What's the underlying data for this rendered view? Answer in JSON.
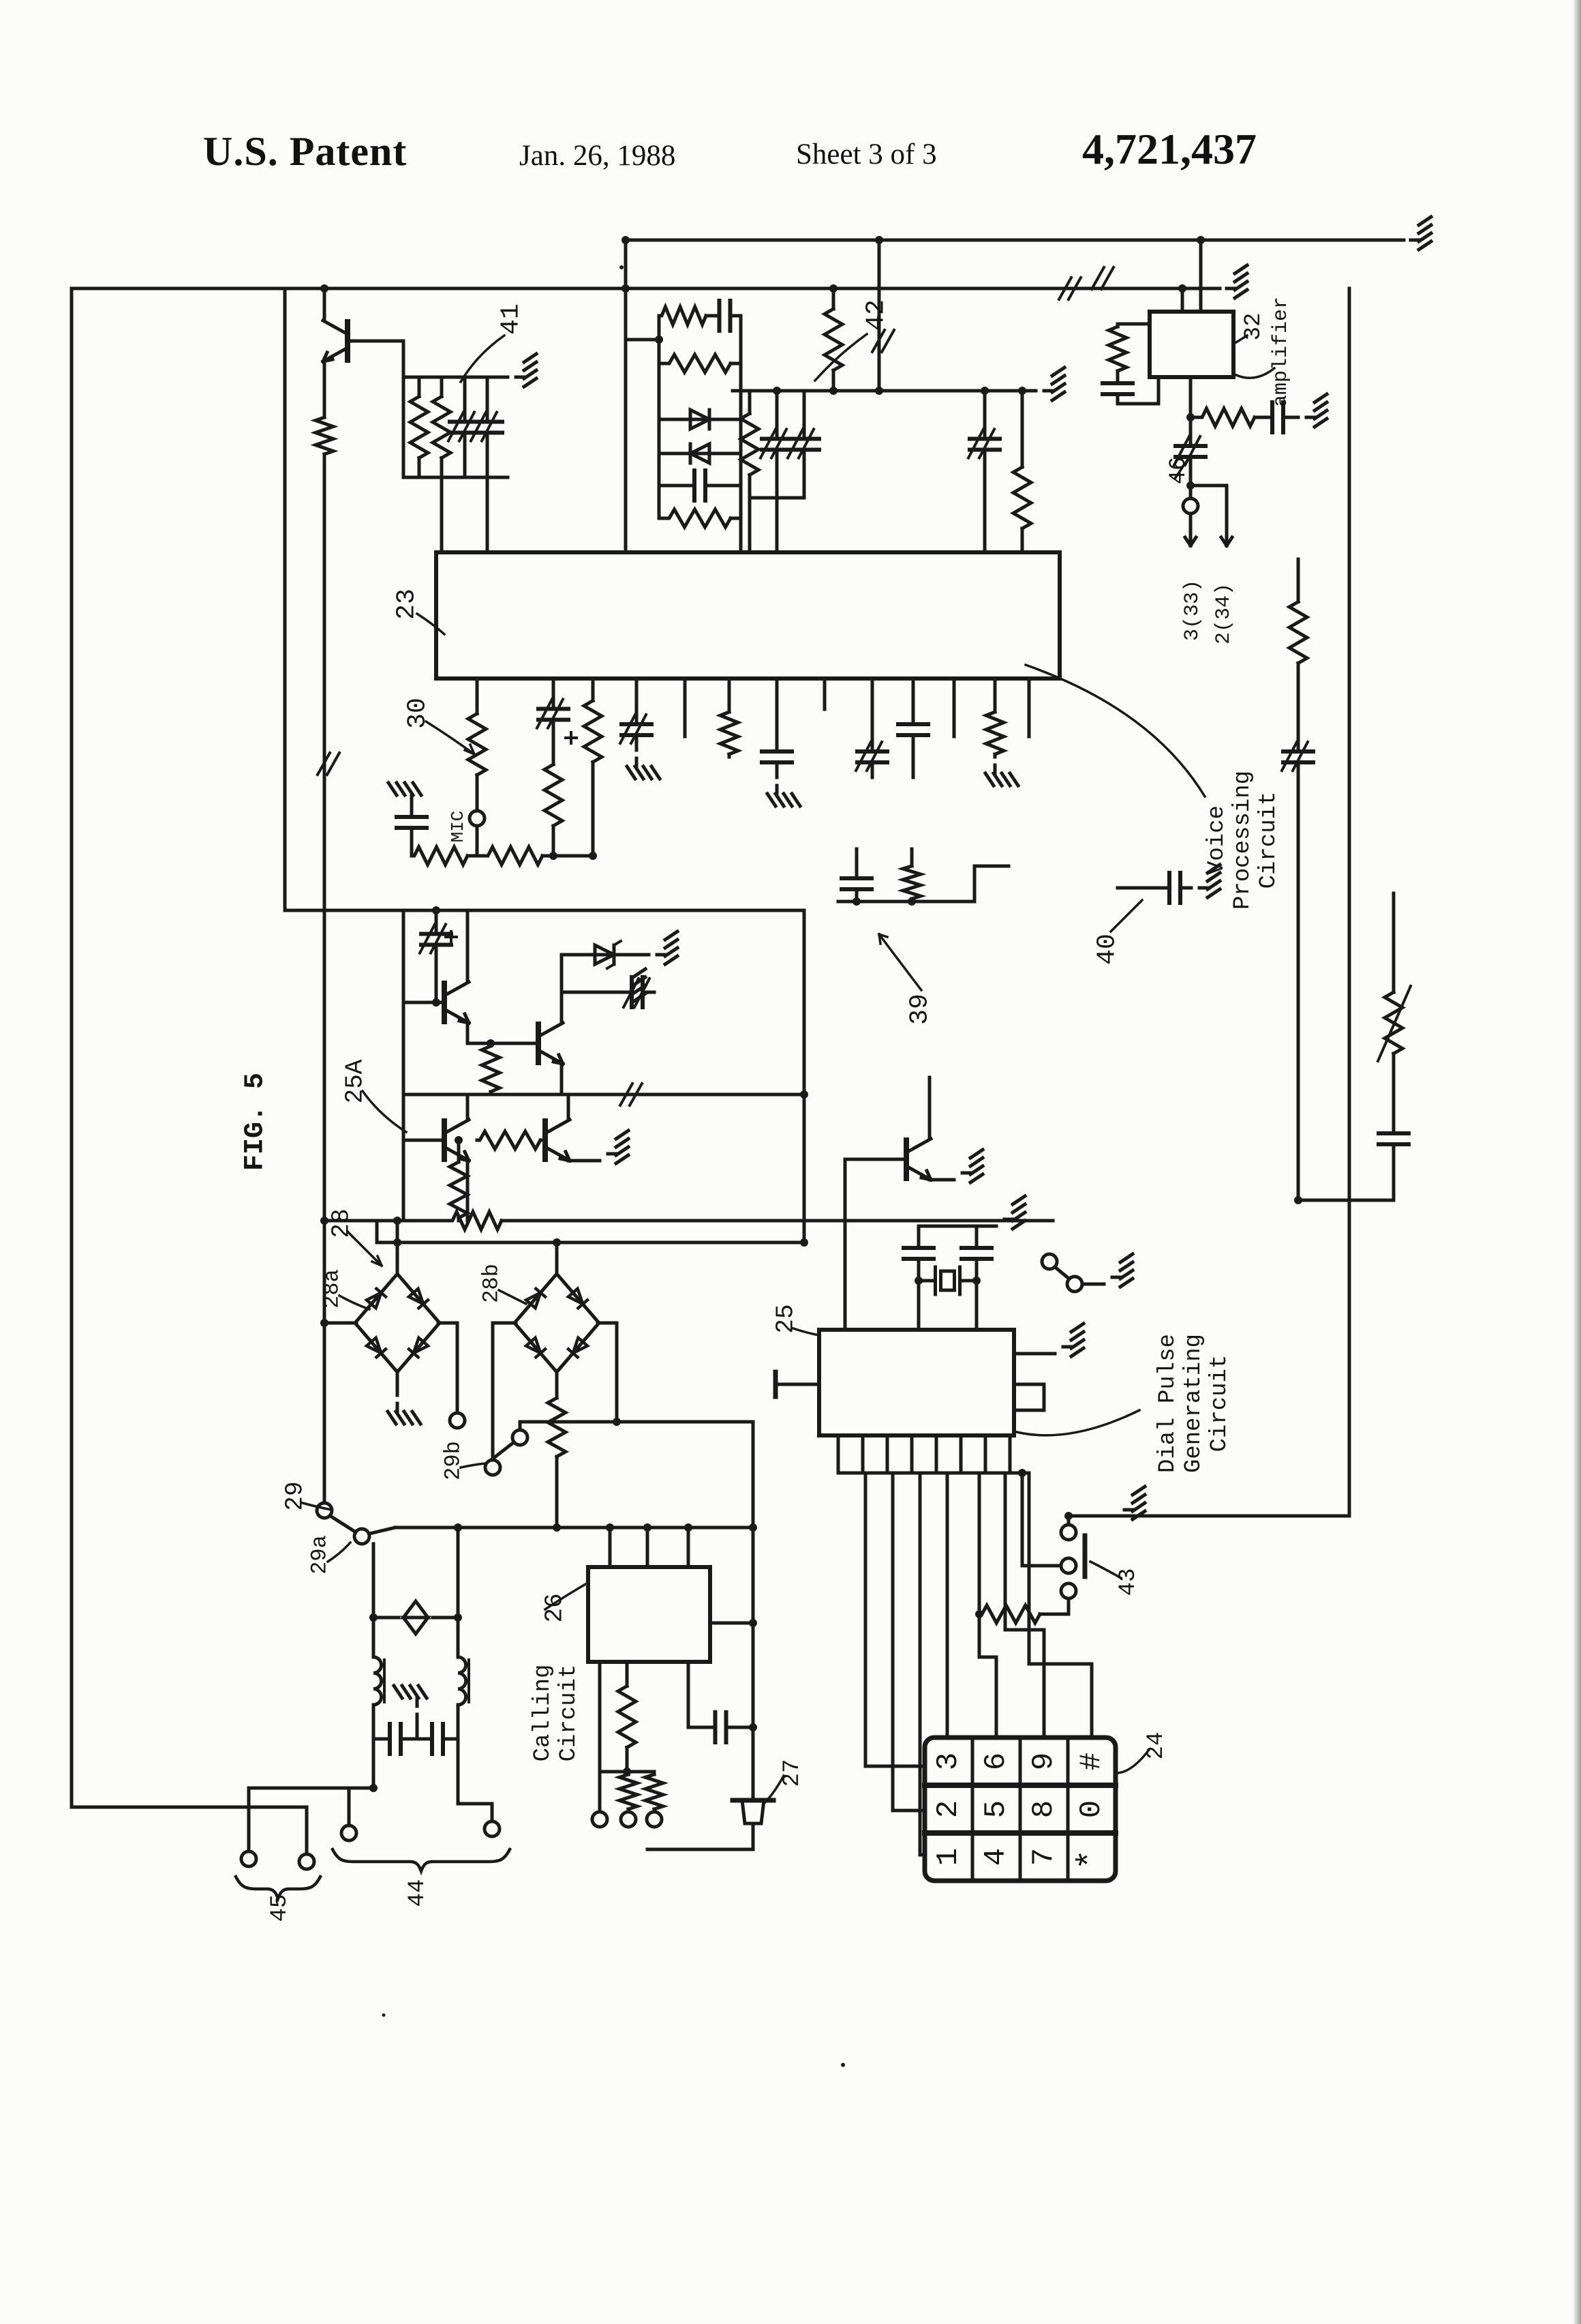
{
  "header": {
    "title": "U.S. Patent",
    "date": "Jan. 26, 1988",
    "sheet": "Sheet 3 of 3",
    "patent_number": "4,721,437"
  },
  "labels": {
    "fig5": "FIG. 5",
    "r23": "23",
    "r24": "24",
    "r25": "25",
    "r25a": "25A",
    "r26": "26",
    "r27": "27",
    "r28": "28",
    "r28a": "28a",
    "r28b": "28b",
    "r29": "29",
    "r29a": "29a",
    "r29b": "29b",
    "r30": "30",
    "r32": "32",
    "r39": "39",
    "r40": "40",
    "r41": "41",
    "r42": "42",
    "r43": "43",
    "r44": "44",
    "r45": "45",
    "r46": "46",
    "p33": "3(33)",
    "p34": "2(34)",
    "mic": "MIC",
    "amplifier": "amplifier",
    "voice": [
      "Voice",
      "Processing",
      "Circuit"
    ],
    "dial": [
      "Dial Pulse",
      "Generating",
      "Circuit"
    ],
    "calling": [
      "Calling",
      "Circuit"
    ]
  },
  "keypad": {
    "rows": [
      [
        "3",
        "6",
        "9",
        "#"
      ],
      [
        "2",
        "5",
        "8",
        "0"
      ],
      [
        "1",
        "4",
        "7",
        "*"
      ]
    ]
  }
}
